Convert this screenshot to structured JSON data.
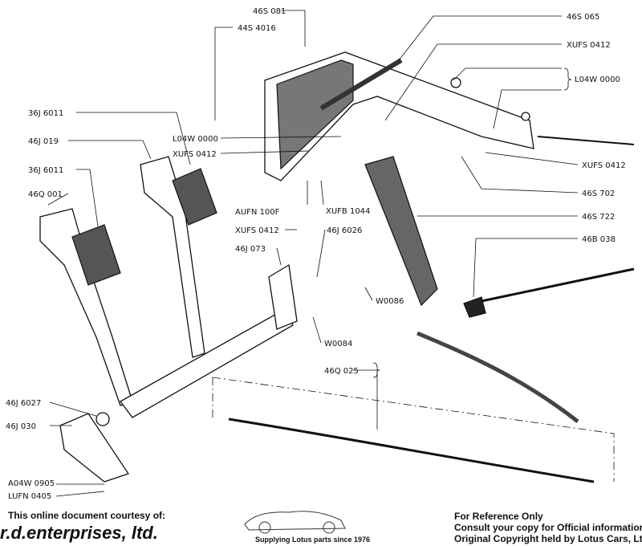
{
  "labels": {
    "l46S081": "46S 081",
    "l44S4016": "44S 4016",
    "l46S065": "46S 065",
    "lXUFS0412_top": "XUFS 0412",
    "lL04W0000_right": "L04W 0000",
    "l36J6011_a": "36J 6011",
    "l46J019": "46J 019",
    "l36J6011_b": "36J 6011",
    "l46Q001": "46Q 001",
    "lL04W0000_left": "L04W 0000",
    "lXUFS0412_left": "XUFS 0412",
    "lXUFS0412_right": "XUFS 0412",
    "l46S702": "46S 702",
    "l46S722": "46S 722",
    "l46B038": "46B 038",
    "lAUFN100F": "AUFN 100F",
    "lXUFB1044": "XUFB 1044",
    "lXUFS0412_mid": "XUFS 0412",
    "l46J6026": "46J 6026",
    "l46J073": "46J 073",
    "lW0086": "W0086",
    "lW0084": "W0084",
    "l46Q025": "46Q 025",
    "l46J6027": "46J 6027",
    "l46J030": "46J 030",
    "lA04W0905": "A04W 0905",
    "lLUFN0405": "LUFN 0405"
  },
  "footer": {
    "courtesy": "This online document courtesy of:",
    "company": "r.d.enterprises, ltd.",
    "tagline": "Supplying Lotus parts since 1976",
    "ref": "For Reference Only",
    "consult": "Consult your copy for Official information.",
    "copyright": "Original Copyright held by Lotus Cars, Ltd."
  }
}
